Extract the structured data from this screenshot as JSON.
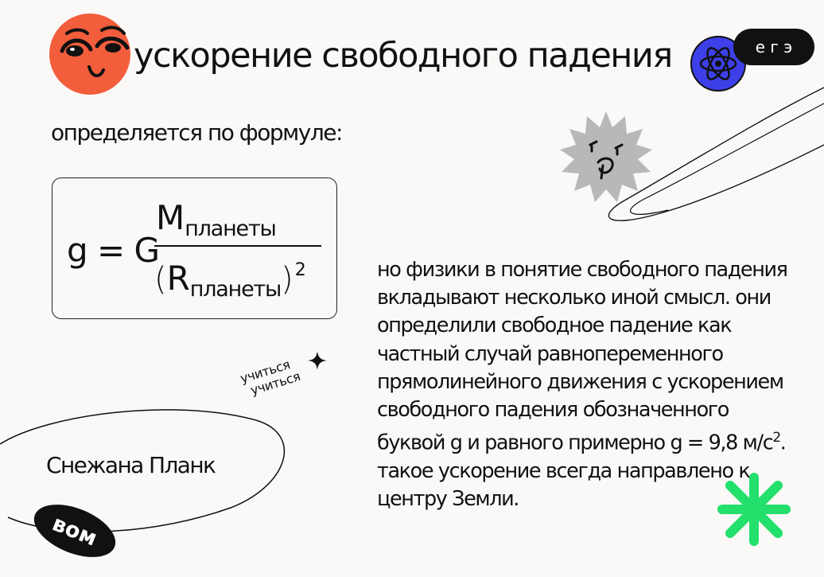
{
  "title": "ускорение свободного падения",
  "subtitle": "определяется по формуле:",
  "formula": {
    "left": "g = G",
    "numerator_symbol": "M",
    "numerator_subscript": "планеты",
    "open_bracket": "(",
    "denominator_symbol": "R",
    "denominator_subscript": "планеты",
    "close_bracket": ")",
    "exponent": "2"
  },
  "paragraph": {
    "lines": [
      "но физики в понятие свободного падения",
      "вкладывают несколько иной смысл. они",
      "определили свободное падение как",
      "частный случай равнопеременного",
      "прямолинейного движения с ускорением",
      "свободного падения обозначенного"
    ],
    "line7": "буквой g и равного примерно g = 9,8 м/с",
    "line7_sup": "2",
    "line7_end": ".",
    "lines_end": [
      "такое ускорение всегда направлено к",
      "центру Земли."
    ]
  },
  "author": "Снежана Планк",
  "sticker_text": [
    "учиться",
    "учиться"
  ],
  "badges": {
    "vom": "вом",
    "ege": "е г э"
  },
  "colors": {
    "background": "#fbf9f7",
    "face_orange": "#f25d3c",
    "atom_blue": "#3d40e8",
    "sun_gray": "#b8b8b8",
    "splash_green": "#22e06b",
    "black": "#111111"
  },
  "icons": [
    "face-sticker-icon",
    "atom-icon",
    "sun-face-icon",
    "sparkle-icon",
    "asterisk-icon",
    "orbit-lines-icon"
  ]
}
